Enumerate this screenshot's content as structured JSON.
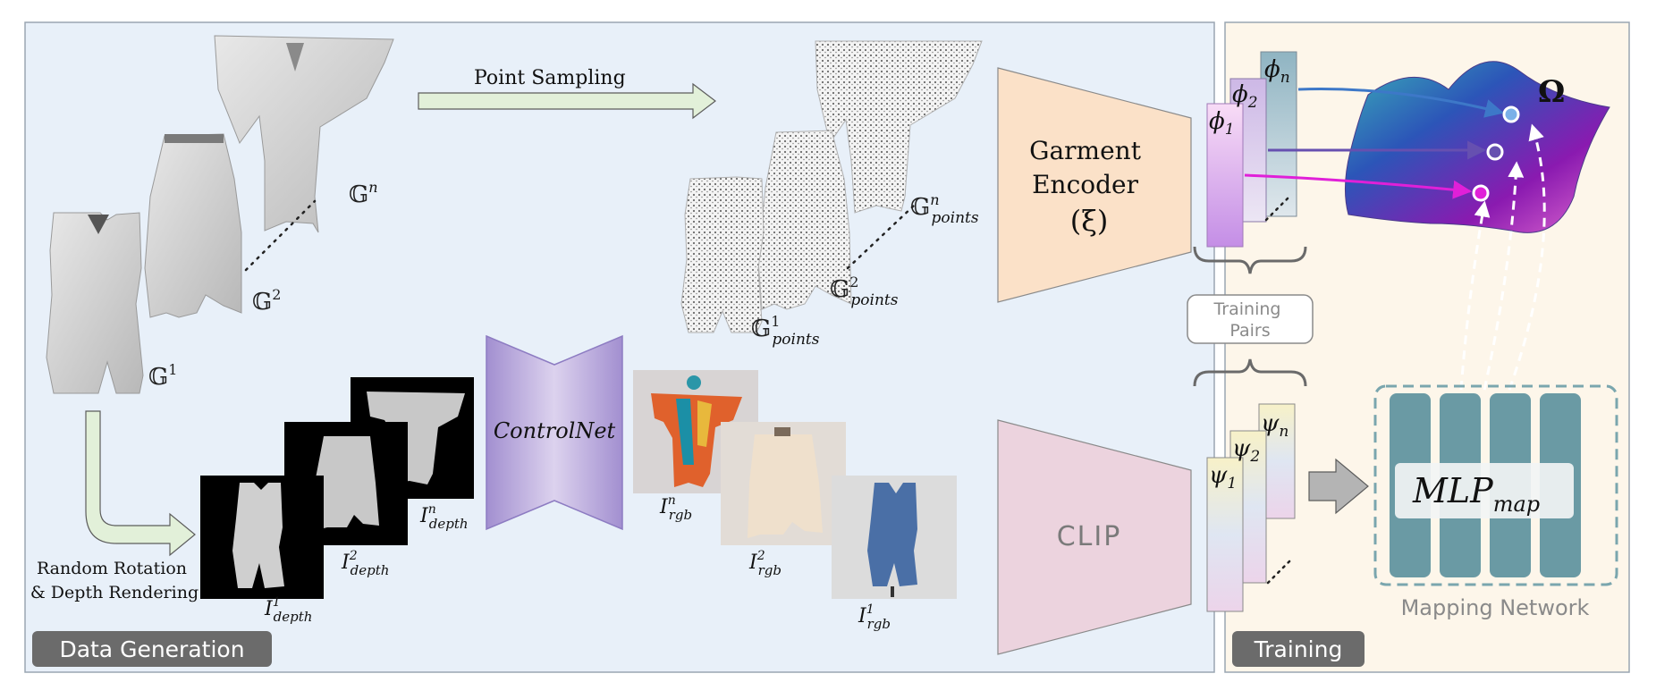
{
  "data_generation": {
    "badge": "Data Generation",
    "point_sampling": "Point Sampling",
    "random_rotation_line1": "Random Rotation",
    "random_rotation_line2": "& Depth Rendering",
    "garments": [
      {
        "base": "𝔾",
        "sup": "1"
      },
      {
        "base": "𝔾",
        "sup": "2"
      },
      {
        "base": "𝔾",
        "sup": "n"
      }
    ],
    "point_clouds": [
      {
        "base": "𝔾",
        "sup": "1",
        "sub": "points"
      },
      {
        "base": "𝔾",
        "sup": "2",
        "sub": "points"
      },
      {
        "base": "𝔾",
        "sup": "n",
        "sub": "points"
      }
    ],
    "depth_images": [
      {
        "base": "I",
        "sup": "1",
        "sub": "depth"
      },
      {
        "base": "I",
        "sup": "2",
        "sub": "depth"
      },
      {
        "base": "I",
        "sup": "n",
        "sub": "depth"
      }
    ],
    "rgb_images": [
      {
        "base": "I",
        "sup": "1",
        "sub": "rgb"
      },
      {
        "base": "I",
        "sup": "2",
        "sub": "rgb"
      },
      {
        "base": "I",
        "sup": "n",
        "sub": "rgb"
      }
    ],
    "controlnet": "ControlNet"
  },
  "encoders": {
    "garment_encoder_line1": "Garment",
    "garment_encoder_line2": "Encoder",
    "garment_encoder_symbol": "(ξ)",
    "clip": "CLIP"
  },
  "training": {
    "badge": "Training",
    "training_pairs_line1": "Training",
    "training_pairs_line2": "Pairs",
    "phi": [
      {
        "base": "ϕ",
        "sub": "1"
      },
      {
        "base": "ϕ",
        "sub": "2"
      },
      {
        "base": "ϕ",
        "sub": "n"
      }
    ],
    "psi": [
      {
        "base": "ψ",
        "sub": "1"
      },
      {
        "base": "ψ",
        "sub": "2"
      },
      {
        "base": "ψ",
        "sub": "n"
      }
    ],
    "omega": "Ω",
    "mlp_base": "MLP",
    "mlp_sub": "map",
    "mapping_network": "Mapping Network"
  },
  "colors": {
    "left_panel_bg": "#e8f0f9",
    "right_panel_bg": "#fdf6ea",
    "badge_bg": "#6b6b6b",
    "arrow_green": "#e2f0d9",
    "garment_encoder": "#fbe1c8",
    "clip": "#ecd3de",
    "controlnet": "#b9a6d8",
    "mlp_column": "#6a9aa4",
    "phi_arrow_blue": "#3d78c8",
    "phi_arrow_purple": "#6650b0",
    "phi_arrow_magenta": "#e020d8"
  }
}
